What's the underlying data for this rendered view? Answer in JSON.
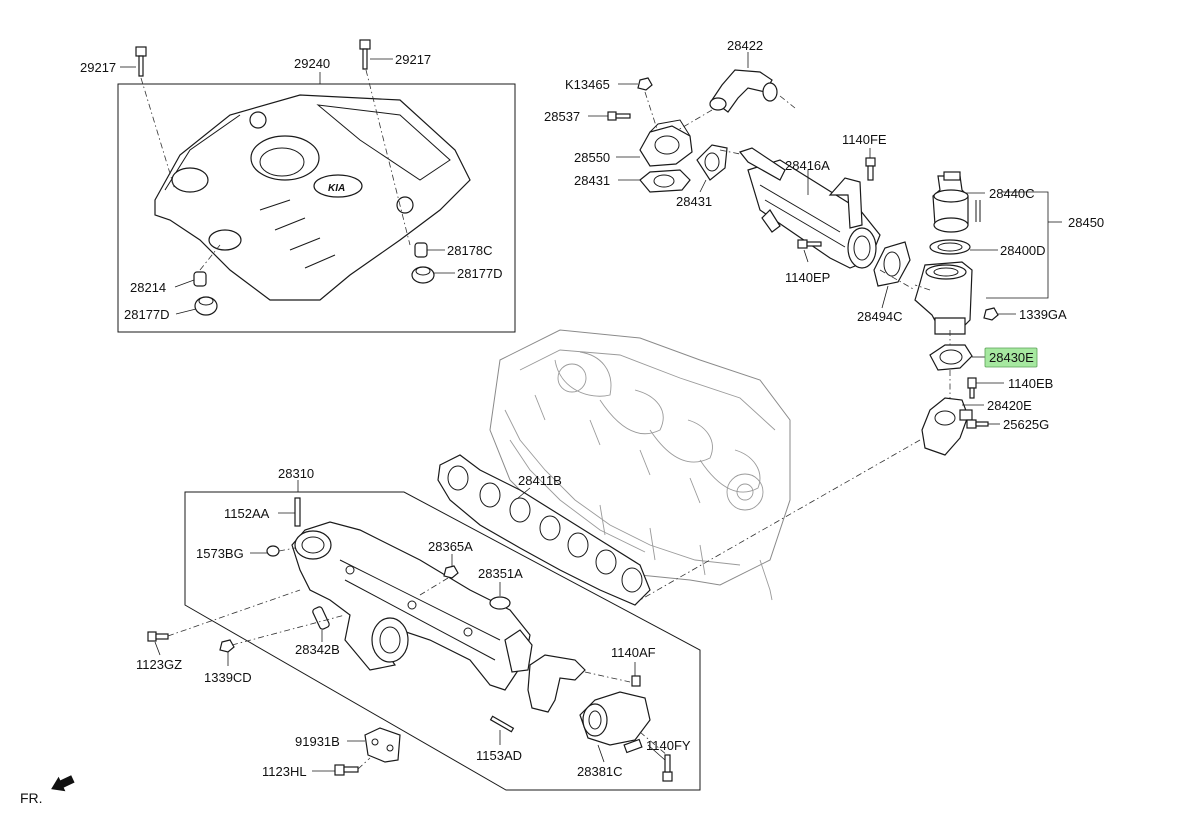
{
  "diagram": {
    "direction_label": "FR.",
    "highlighted_part": "28430E",
    "highlight_color": "#a6e8a0",
    "labels": {
      "p29217a": "29217",
      "p29217b": "29217",
      "p29240": "29240",
      "p28178C": "28178C",
      "p28177Da": "28177D",
      "p28214": "28214",
      "p28177Db": "28177D",
      "p28422": "28422",
      "pK13465": "K13465",
      "p28537": "28537",
      "p28550": "28550",
      "p28431a": "28431",
      "p28431b": "28431",
      "p1140FE": "1140FE",
      "p28416A": "28416A",
      "p1140EP": "1140EP",
      "p28494C": "28494C",
      "p28440C": "28440C",
      "p28450": "28450",
      "p28400D": "28400D",
      "p1339GA": "1339GA",
      "p28430E": "28430E",
      "p1140EB": "1140EB",
      "p28420E": "28420E",
      "p25625G": "25625G",
      "p28411B": "28411B",
      "p28310": "28310",
      "p1152AA": "1152AA",
      "p1573BG": "1573BG",
      "p28365A": "28365A",
      "p28351A": "28351A",
      "p1123GZ": "1123GZ",
      "p28342B": "28342B",
      "p1339CD": "1339CD",
      "p1140AF": "1140AF",
      "p91931B": "91931B",
      "p1153AD": "1153AD",
      "p1140FY": "1140FY",
      "p1123HL": "1123HL",
      "p28381C": "28381C"
    }
  }
}
